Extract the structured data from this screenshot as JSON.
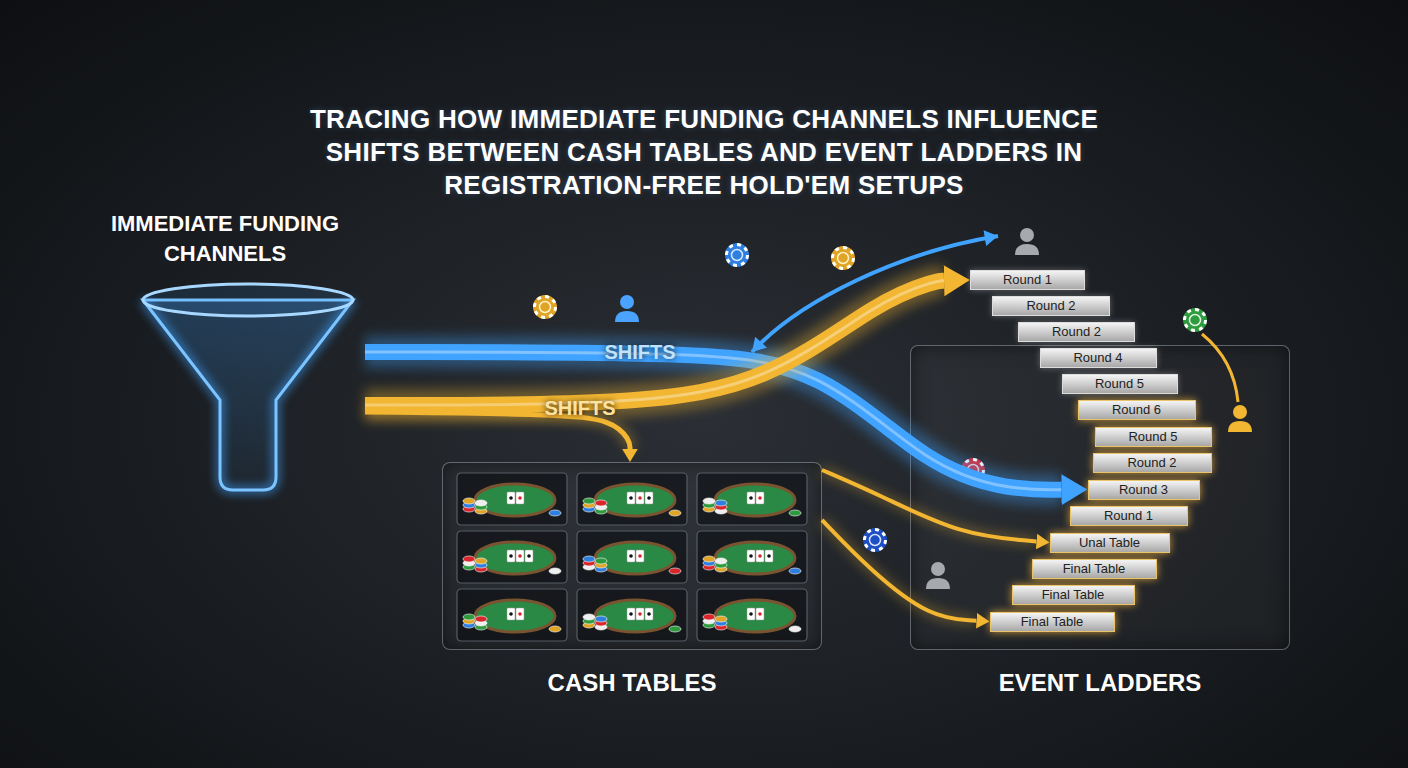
{
  "diagram": {
    "title": "TRACING HOW IMMEDIATE FUNDING CHANNELS INFLUENCE SHIFTS BETWEEN CASH TABLES AND EVENT LADDERS IN REGISTRATION-FREE HOLD'EM SETUPS",
    "nodes": [
      {
        "text": [
          "IMMEDIATE FUNDING CHANNELS"
        ]
      },
      {
        "text": [
          "CASH TABLES"
        ]
      },
      {
        "text": [
          "EVENT LADDERS"
        ]
      },
      {
        "text": [
          "Round 1"
        ]
      },
      {
        "text": [
          "Round 2"
        ]
      },
      {
        "text": [
          "Round 2"
        ]
      },
      {
        "text": [
          "Round 4"
        ],
        "in": 2
      },
      {
        "text": [
          "Round 5"
        ],
        "in": 2
      },
      {
        "text": [
          "Round 6"
        ],
        "in": 2
      },
      {
        "text": [
          "Round 5"
        ],
        "in": 2
      },
      {
        "text": [
          "Round 2"
        ],
        "in": 2
      },
      {
        "text": [
          "Round 3"
        ],
        "in": 2
      },
      {
        "text": [
          "Round 1"
        ],
        "in": 2
      },
      {
        "text": [
          "Unal Table"
        ],
        "in": 2
      },
      {
        "text": [
          "Final Table"
        ],
        "in": 2
      },
      {
        "text": [
          "Final Table"
        ],
        "in": 2
      },
      {
        "text": [
          "Final Table"
        ],
        "in": 2
      }
    ],
    "edges": [
      {
        "from": 0,
        "to": 11,
        "label": "SHIFTS",
        "arrow": "to"
      },
      {
        "from": 0,
        "to": 3,
        "label": "SHIFTS",
        "arrow": "to"
      },
      {
        "from": 0,
        "to": 1,
        "arrow": "to"
      },
      {
        "from": 1,
        "to": 13,
        "arrow": "to"
      },
      {
        "from": 1,
        "to": 16,
        "arrow": "to"
      }
    ]
  }
}
